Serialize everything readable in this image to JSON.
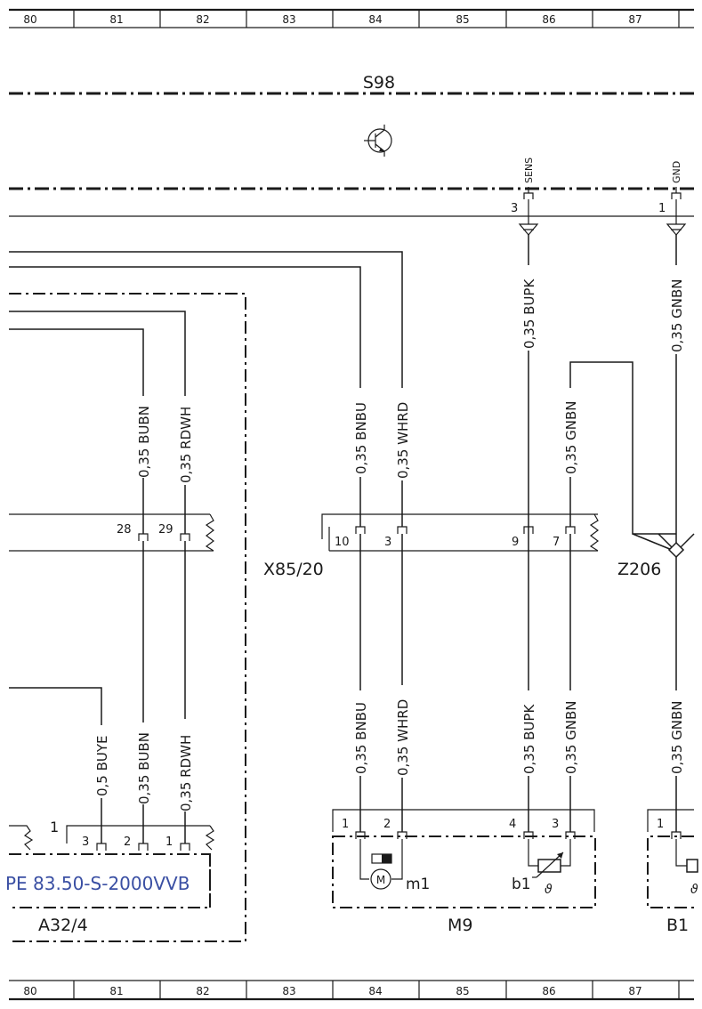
{
  "grid": {
    "columns": [
      "80",
      "81",
      "82",
      "83",
      "84",
      "85",
      "86",
      "87"
    ]
  },
  "components": {
    "s98": "S98",
    "x85_20": "X85/20",
    "z206": "Z206",
    "a32_4": "A32/4",
    "m9": "M9",
    "b1x": "B1",
    "m1": "m1",
    "b1": "b1",
    "partno": "PE 83.50-S-2000VVB"
  },
  "signals": {
    "sens": "SENS",
    "gnd": "GND"
  },
  "wires": {
    "bubn": "0,35 BUBN",
    "rdwh": "0,35 RDWH",
    "bnbu": "0,35 BNBU",
    "whrd": "0,35 WHRD",
    "bupk": "0,35 BUPK",
    "gnbn": "0,35 GNBN",
    "buye": "0,5 BUYE"
  },
  "pins": {
    "s98_sens": "3",
    "s98_gnd": "1",
    "p28": "28",
    "p29": "29",
    "x85_10": "10",
    "x85_3": "3",
    "x85_9": "9",
    "x85_7": "7",
    "a32_label": "1",
    "a32_3": "3",
    "a32_2": "2",
    "a32_1": "1",
    "m9_1": "1",
    "m9_2": "2",
    "m9_4": "4",
    "m9_3": "3",
    "b1x_1": "1"
  }
}
